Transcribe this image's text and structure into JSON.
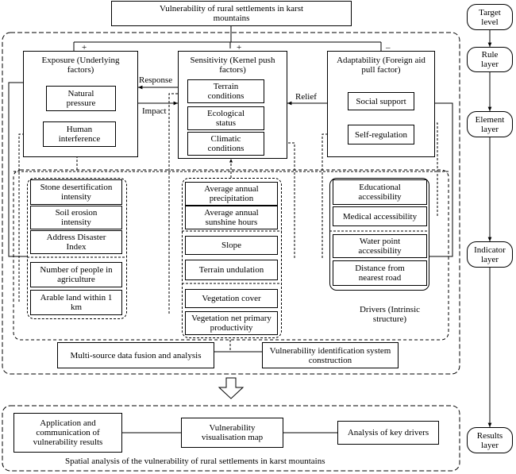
{
  "title": "Vulnerability of rural settlements in karst mountains",
  "levels": {
    "target": "Target level",
    "rule": "Rule layer",
    "element": "Element layer",
    "indicator": "Indicator layer",
    "results": "Results layer"
  },
  "signs": {
    "exposure": "+",
    "sensitivity": "+",
    "adaptability": "–"
  },
  "rules": {
    "exposure": "Exposure (Underlying factors)",
    "sensitivity": "Sensitivity (Kernel push factors)",
    "adaptability": "Adaptability (Foreign aid pull factor)"
  },
  "relations": {
    "response": "Response",
    "impact": "Impact",
    "relief": "Relief"
  },
  "elements": {
    "natural_pressure": "Natural pressure",
    "human_interference": "Human interference",
    "terrain_conditions": "Terrain conditions",
    "ecological_status": "Ecological status",
    "climatic_conditions": "Climatic conditions",
    "social_support": "Social support",
    "self_regulation": "Self-regulation"
  },
  "indicators": {
    "stone_desertification": "Stone desertification intensity",
    "soil_erosion": "Soil erosion intensity",
    "address_disaster": "Address Disaster Index",
    "people_agriculture": "Number of people in agriculture",
    "arable_land": "Arable land within 1 km",
    "precipitation": "Average annual precipitation",
    "sunshine": "Average annual sunshine hours",
    "slope": "Slope",
    "terrain_undulation": "Terrain undulation",
    "vegetation_cover": "Vegetation cover",
    "vegetation_npp": "Vegetation net primary productivity",
    "educational": "Educational accessibility",
    "medical": "Medical accessibility",
    "water_point": "Water point accessibility",
    "nearest_road": "Distance from nearest road"
  },
  "drivers": "Drivers (Intrinsic structure)",
  "methods": {
    "fusion": "Multi-source data fusion and analysis",
    "identification": "Vulnerability identification system construction"
  },
  "results": {
    "application": "Application and communication of vulnerability results",
    "map": "Vulnerability visualisation map",
    "drivers": "Analysis of key drivers",
    "caption": "Spatial analysis of the vulnerability of rural settlements in karst mountains"
  }
}
